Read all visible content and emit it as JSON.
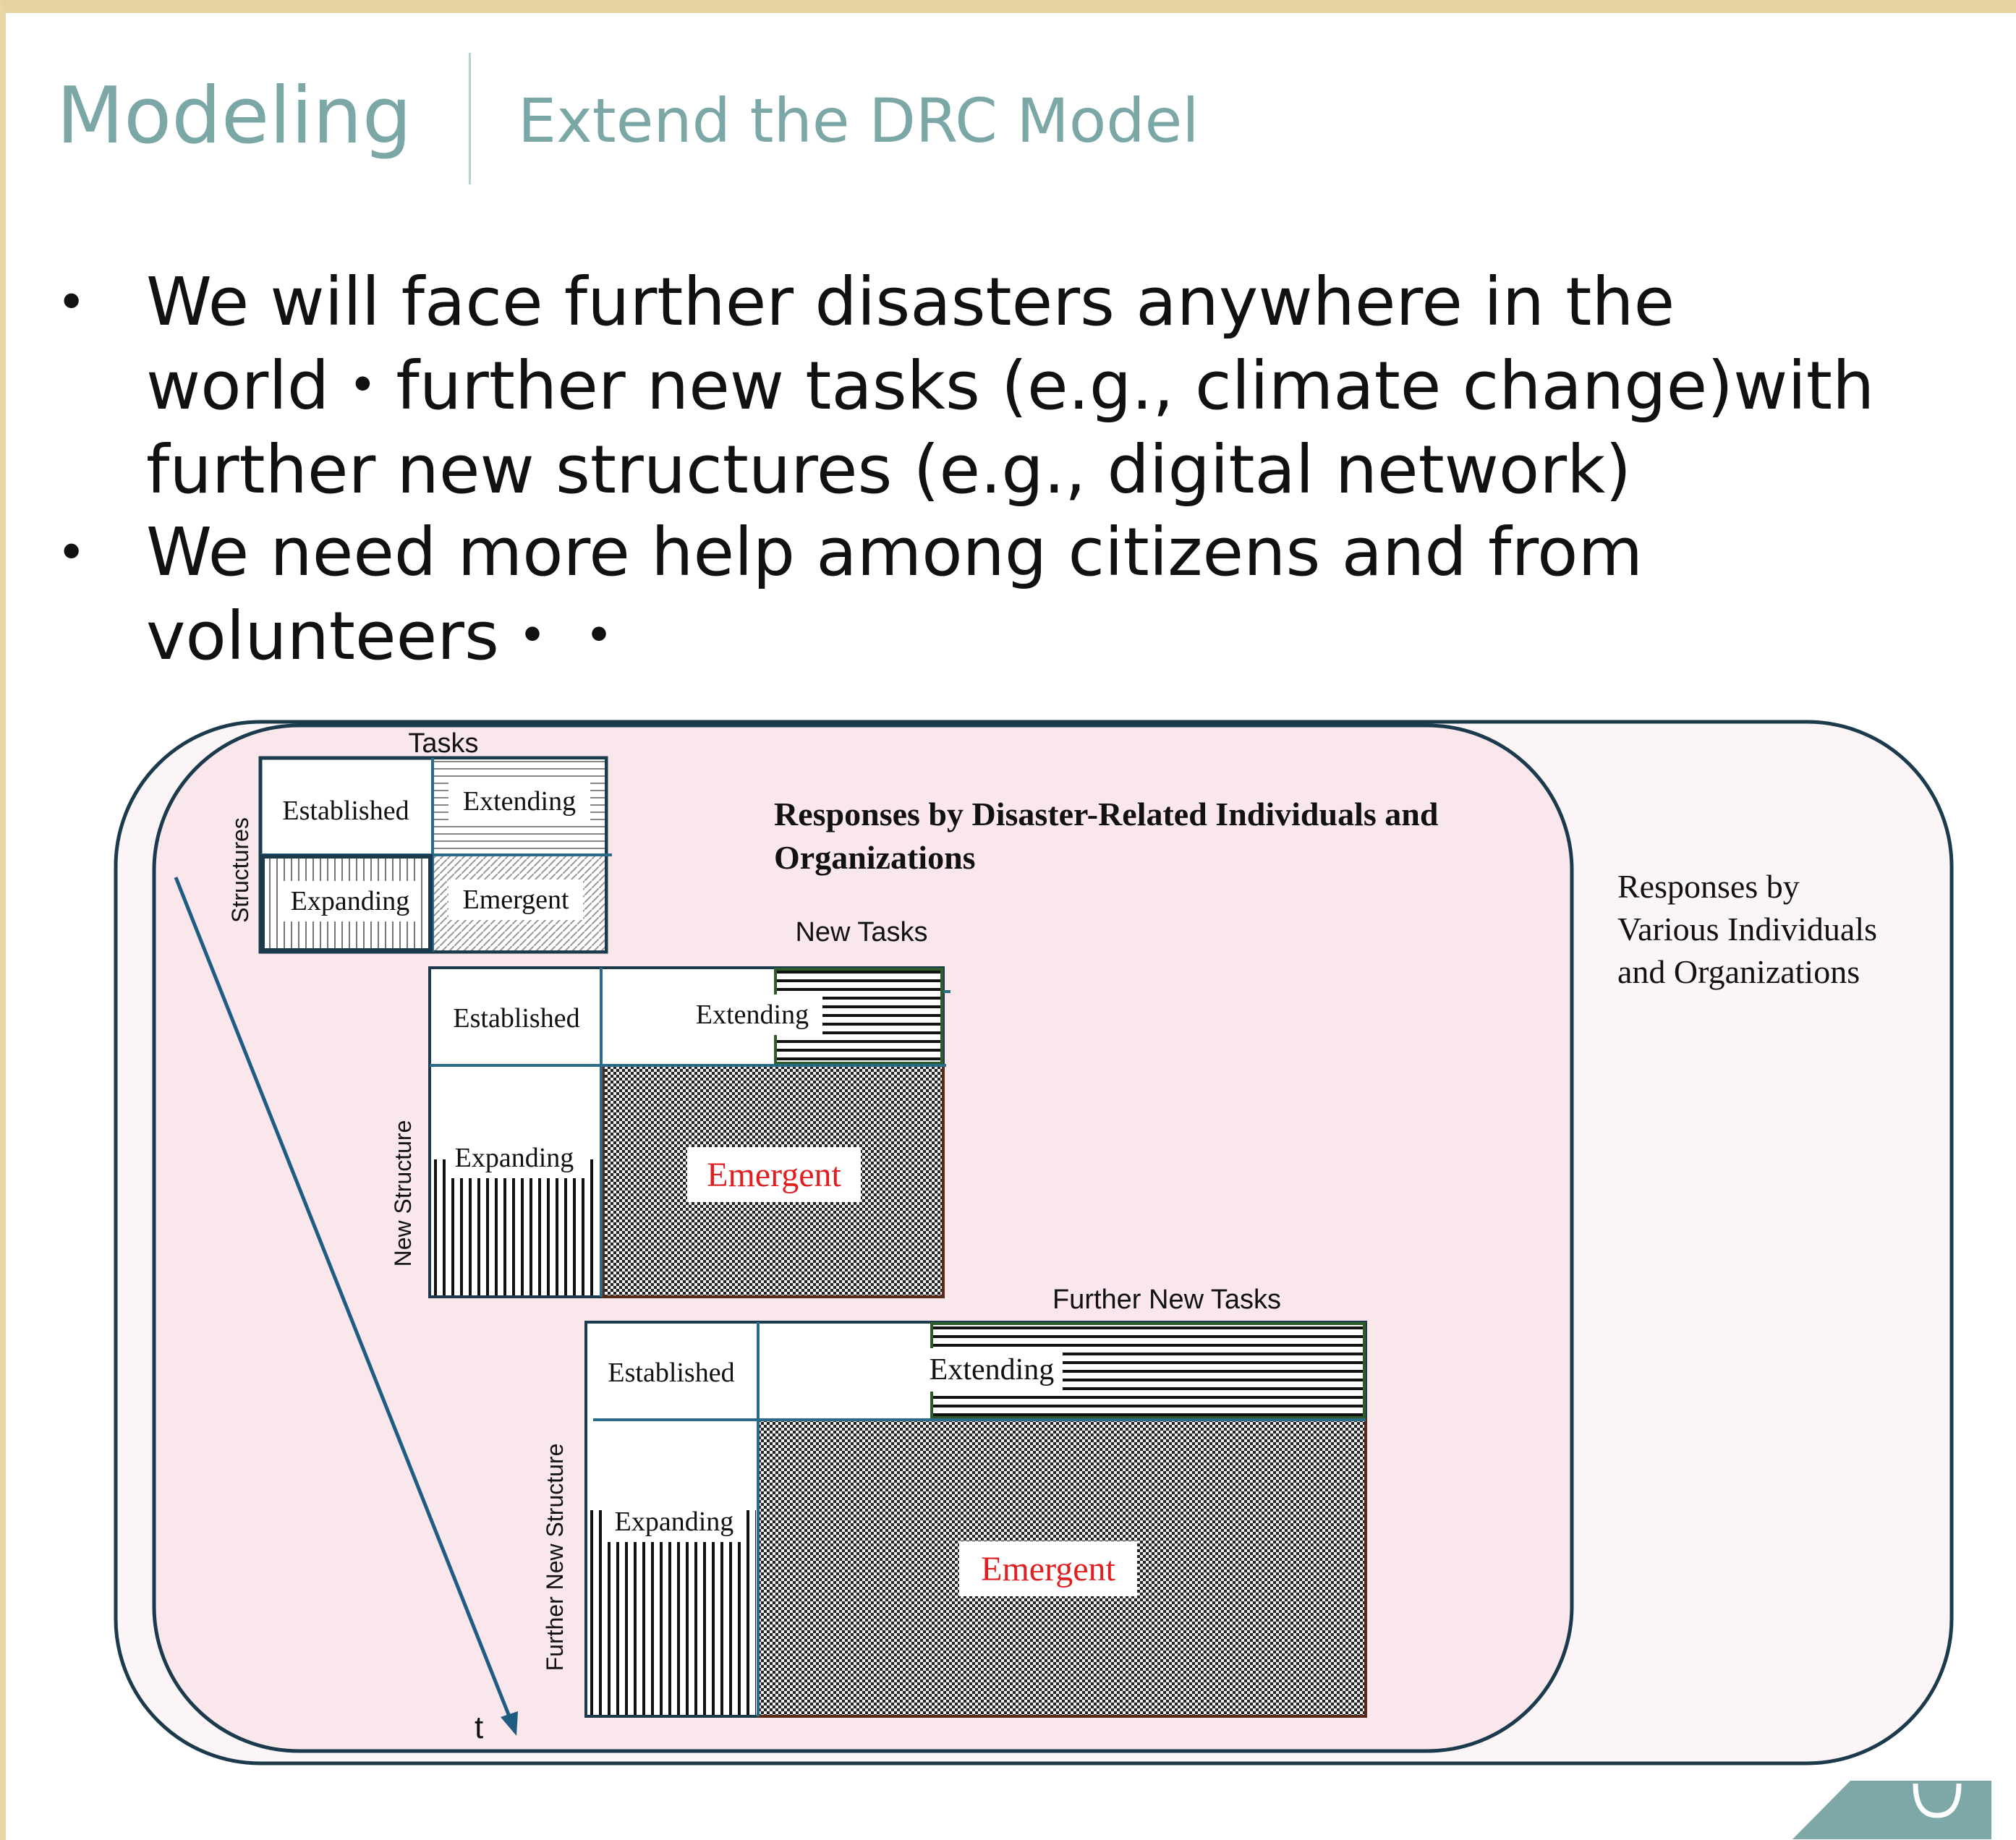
{
  "header": {
    "title": "Modeling",
    "subtitle": "Extend the DRC Model"
  },
  "bullets": [
    {
      "lines": [
        "We will face further disasters anywhere in the",
        "world・further new tasks (e.g., climate change)with",
        "further new structures (e.g., digital network)"
      ]
    },
    {
      "lines": [
        "We need more help among citizens and from",
        "volunteers・・"
      ]
    }
  ],
  "diagram": {
    "outer_label": [
      "Responses by",
      "Various Individuals",
      "and Organizations"
    ],
    "inner_label": [
      "Responses by Disaster-Related Individuals and",
      "Organizations"
    ],
    "time_label": "t",
    "grid1": {
      "top_label": "Tasks",
      "side_label": "Structures",
      "cells": {
        "established": "Established",
        "extending": "Extending",
        "expanding": "Expanding",
        "emergent": "Emergent"
      }
    },
    "grid2": {
      "top_label": "New Tasks",
      "side_label": "New Structure",
      "cells": {
        "established": "Established",
        "extending": "Extending",
        "expanding": "Expanding",
        "emergent": "Emergent"
      }
    },
    "grid3": {
      "top_label": "Further New Tasks",
      "side_label": "Further New Structure",
      "cells": {
        "established": "Established",
        "extending": "Extending",
        "expanding": "Expanding",
        "emergent": "Emergent"
      }
    },
    "colors": {
      "title": "#7ba7a6",
      "outer_fill": "#fbf5f8",
      "inner_fill": "#f9e7ec",
      "frame": "#1b3a4b",
      "emergent_text": "#e02020",
      "corner_badge": "#7ea8a8"
    }
  }
}
